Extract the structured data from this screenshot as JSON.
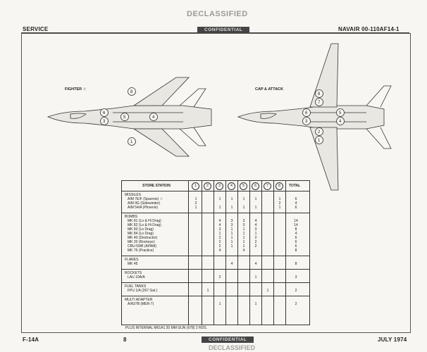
{
  "header": {
    "left": "SERVICE",
    "right": "NAVAIR 00-110AF14-1",
    "stamp_top": "DECLASSIFIED",
    "stamp_confidential": "CONFIDENTIAL"
  },
  "footer": {
    "left": "F-14A",
    "page": "8",
    "right": "JULY 1974",
    "stamp_confidential": "CONFIDENTIAL",
    "stamp_bottom": "DECLASSIFIED"
  },
  "views": {
    "fighter": {
      "label": "FIGHTER",
      "mark": "☆",
      "stations": [
        "1",
        "3",
        "4",
        "5",
        "6",
        "8"
      ]
    },
    "cap": {
      "label": "CAP & ATTACK",
      "stations": [
        "1",
        "2",
        "3",
        "4",
        "5",
        "6",
        "7",
        "8"
      ]
    }
  },
  "table": {
    "header": {
      "store_station": "STORE STATION",
      "stations": [
        "1",
        "2",
        "3",
        "4",
        "5",
        "6",
        "7",
        "8"
      ],
      "total": "TOTAL"
    },
    "sections": [
      {
        "title": "MISSILES",
        "rows": [
          {
            "name": "AIM 7E/F",
            "desc": "(Sparrow) ☆",
            "vals": [
              "1",
              "",
              "1",
              "1",
              "1",
              "1",
              "",
              "1"
            ],
            "total": "6"
          },
          {
            "name": "AIM 9G",
            "desc": "(Sidewinder)",
            "vals": [
              "2",
              "",
              "",
              "",
              "",
              "",
              "",
              "2"
            ],
            "total": "4"
          },
          {
            "name": "AIM 54/A",
            "desc": "(Phoenix)",
            "vals": [
              "1",
              "",
              "1",
              "1",
              "1",
              "1",
              "",
              "1"
            ],
            "total": "6"
          }
        ]
      },
      {
        "title": "BOMBS",
        "rows": [
          {
            "name": "MK 81",
            "desc": "(Lo & Hi Drag)",
            "vals": [
              "",
              "",
              "4",
              "3",
              "3",
              "4",
              "",
              ""
            ],
            "total": "14"
          },
          {
            "name": "MK 82",
            "desc": "(Lo & Hi Drag)",
            "vals": [
              "",
              "",
              "4",
              "3",
              "3",
              "4",
              "",
              ""
            ],
            "total": "14"
          },
          {
            "name": "MK 83",
            "desc": "(Lo Drag)",
            "vals": [
              "",
              "",
              "3",
              "1",
              "1",
              "3",
              "",
              ""
            ],
            "total": "8"
          },
          {
            "name": "MK 84",
            "desc": "(Lo Drag)",
            "vals": [
              "",
              "",
              "1",
              "1",
              "1",
              "1",
              "",
              ""
            ],
            "total": "4"
          },
          {
            "name": "MK 40",
            "desc": "(Destructor)",
            "vals": [
              "",
              "",
              "2",
              "1",
              "1",
              "2",
              "",
              ""
            ],
            "total": "6"
          },
          {
            "name": "MK 20",
            "desc": "(Rockeye)",
            "vals": [
              "",
              "",
              "2",
              "1",
              "1",
              "2",
              "",
              ""
            ],
            "total": "6"
          },
          {
            "name": "CBU-59/B",
            "desc": "(APAM)",
            "vals": [
              "",
              "",
              "2",
              "1",
              "1",
              "2",
              "",
              ""
            ],
            "total": "6"
          },
          {
            "name": "MK 76",
            "desc": "(Practice)",
            "vals": [
              "",
              "",
              "4",
              "",
              "4",
              "",
              "",
              ""
            ],
            "total": "8"
          }
        ]
      },
      {
        "title": "FLARES",
        "rows": [
          {
            "name": "MK 45",
            "desc": "",
            "vals": [
              "",
              "",
              "",
              "4",
              "",
              "4",
              "",
              ""
            ],
            "total": "8"
          }
        ]
      },
      {
        "title": "ROCKETS",
        "rows": [
          {
            "name": "LAU 10A/A",
            "desc": "",
            "vals": [
              "",
              "",
              "2",
              "",
              "",
              "1",
              "",
              ""
            ],
            "total": "3"
          }
        ]
      },
      {
        "title": "FUEL TANKS",
        "rows": [
          {
            "name": "FPU 1/A",
            "desc": "(267 Gal.)",
            "vals": [
              "",
              "1",
              "",
              "",
              "",
              "",
              "1",
              ""
            ],
            "total": "2"
          }
        ]
      },
      {
        "title": "MULTI ADAPTER",
        "rows": [
          {
            "name": "A/A37B (MER-7)",
            "desc": "",
            "vals": [
              "",
              "",
              "1",
              "",
              "",
              "1",
              "",
              ""
            ],
            "total": "2"
          }
        ]
      }
    ],
    "footnote": "PLUS INTERNAL M61A1 20 MM GUN (678) 2 RDS."
  }
}
